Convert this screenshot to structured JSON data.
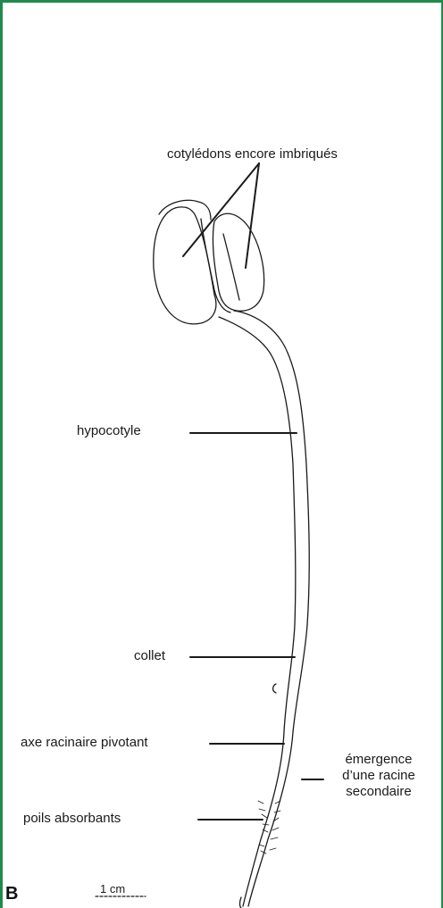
{
  "figure": {
    "panel_letter": "B",
    "scale_bar_label": "1 cm",
    "labels": {
      "cotyledons": "cotylédons encore imbriqués",
      "hypocotyl": "hypocotyle",
      "collar": "collet",
      "taproot": "axe racinaire pivotant",
      "root_hairs": "poils absorbants",
      "secondary_root_line1": "émergence",
      "secondary_root_line2": "d’une racine",
      "secondary_root_line3": "secondaire"
    }
  },
  "colors": {
    "frame": "#1f8a4c",
    "ink": "#1a1a1a"
  }
}
